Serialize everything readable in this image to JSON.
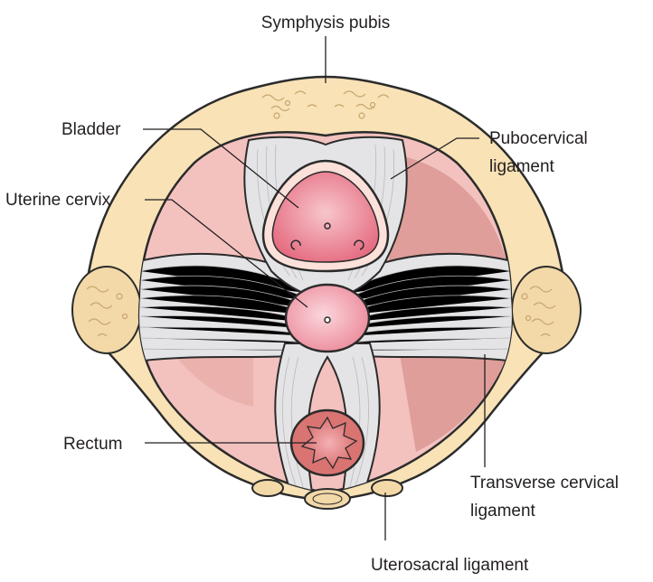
{
  "labels": {
    "symphysis": "Symphysis pubis",
    "bladder": "Bladder",
    "pubocervical_1": "Pubocervical",
    "pubocervical_2": "ligament",
    "cervix": "Uterine cervix",
    "rectum": "Rectum",
    "transverse_1": "Transverse cervical",
    "transverse_2": "ligament",
    "uterosacral": "Uterosacral ligament"
  },
  "colors": {
    "bone_fill": "#f8e2b6",
    "bone_outline": "#2b2b2b",
    "muscle_light": "#f3c2bf",
    "muscle_dark": "#df9e9a",
    "ligament": "#e4e4e6",
    "ligament_fiber": "#b9b9bd",
    "organ_pink": "#f2a9b3",
    "organ_deep": "#e1697b",
    "rectum_fill": "#d97472",
    "background": "#ffffff"
  }
}
